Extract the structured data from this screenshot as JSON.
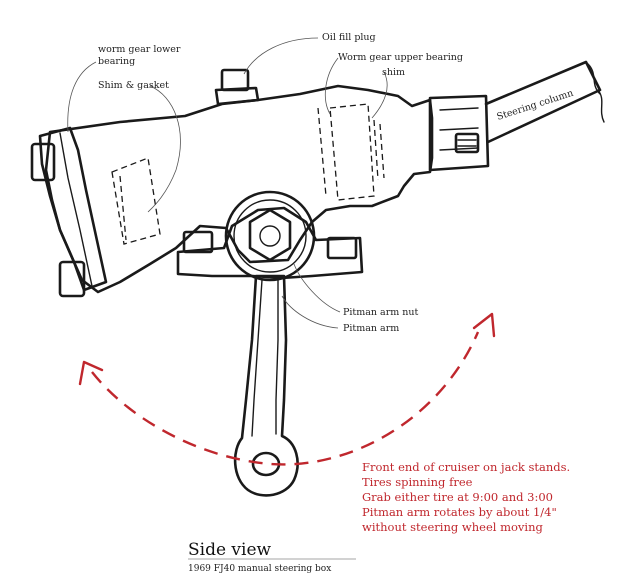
{
  "labels": {
    "worm_lower_bearing_1": "worm gear lower",
    "worm_lower_bearing_2": "bearing",
    "shim_gasket": "Shim & gasket",
    "oil_fill_plug": "Oil fill plug",
    "worm_upper_bearing": "Worm gear upper bearing",
    "shim": "shim",
    "steering_column": "Steering column",
    "pitman_arm_nut": "Pitman arm nut",
    "pitman_arm": "Pitman arm"
  },
  "note_lines": [
    "Front end of cruiser on jack stands.",
    "Tires spinning free",
    "Grab either tire at 9:00 and 3:00",
    "Pitman arm rotates by about 1/4\"",
    "without steering wheel moving"
  ],
  "title": "Side view",
  "subtitle": "1969 FJ40 manual steering box",
  "colors": {
    "ink": "#1a1a1a",
    "arrow": "#c0272d",
    "note_text": "#c0272d"
  }
}
